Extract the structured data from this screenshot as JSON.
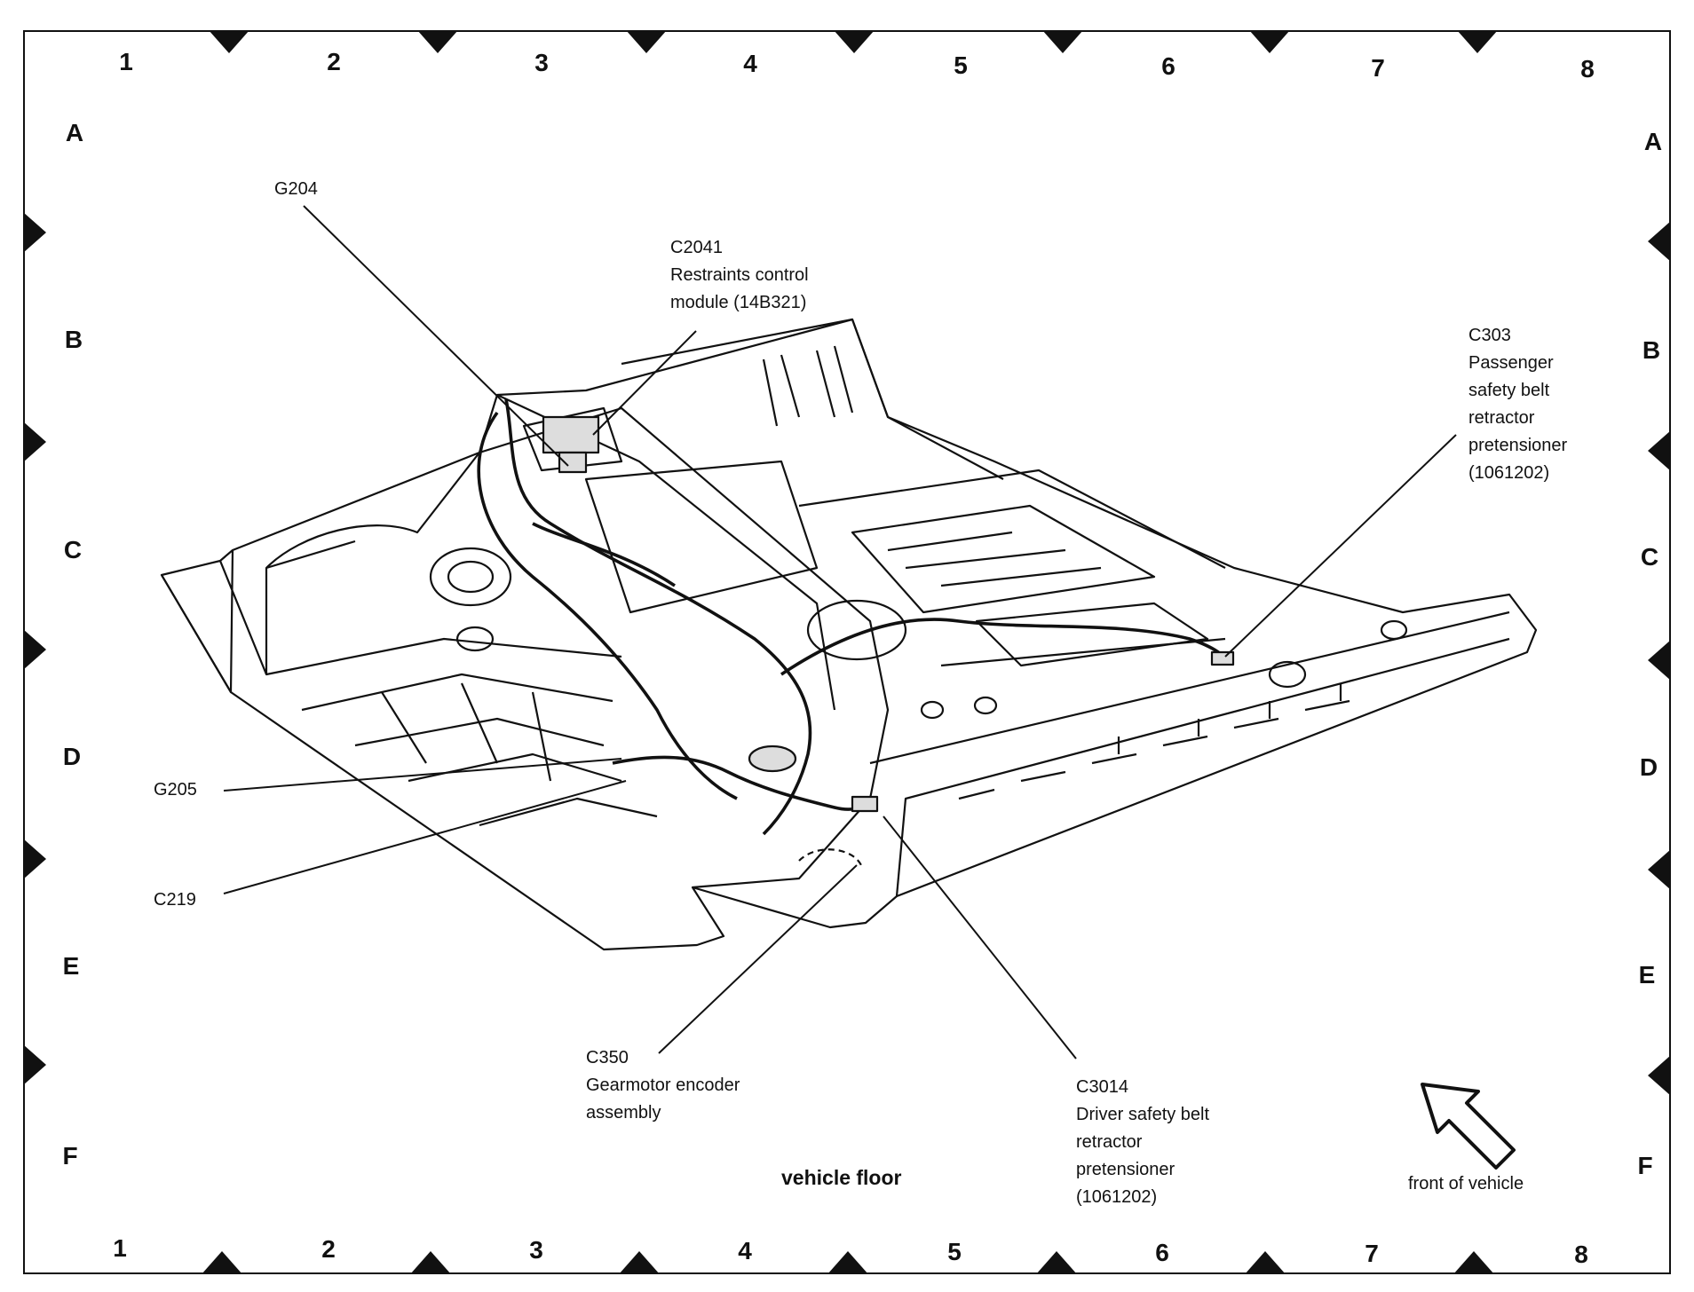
{
  "grid": {
    "columns": [
      "1",
      "2",
      "3",
      "4",
      "5",
      "6",
      "7",
      "8"
    ],
    "rows": [
      "A",
      "B",
      "C",
      "D",
      "E",
      "F"
    ]
  },
  "labels": {
    "g204": "G204",
    "c2041": "C2041\nRestraints control\nmodule (14B321)",
    "c303": "C303\nPassenger\nsafety belt\nretractor\npretensioner\n(1061202)",
    "g205": "G205",
    "c219": "C219",
    "c350": "C350\nGearmotor encoder\nassembly",
    "c3014": "C3014\nDriver safety belt\nretractor\npretensioner\n(1061202)"
  },
  "title": "vehicle floor",
  "front_of_vehicle": "front of vehicle"
}
